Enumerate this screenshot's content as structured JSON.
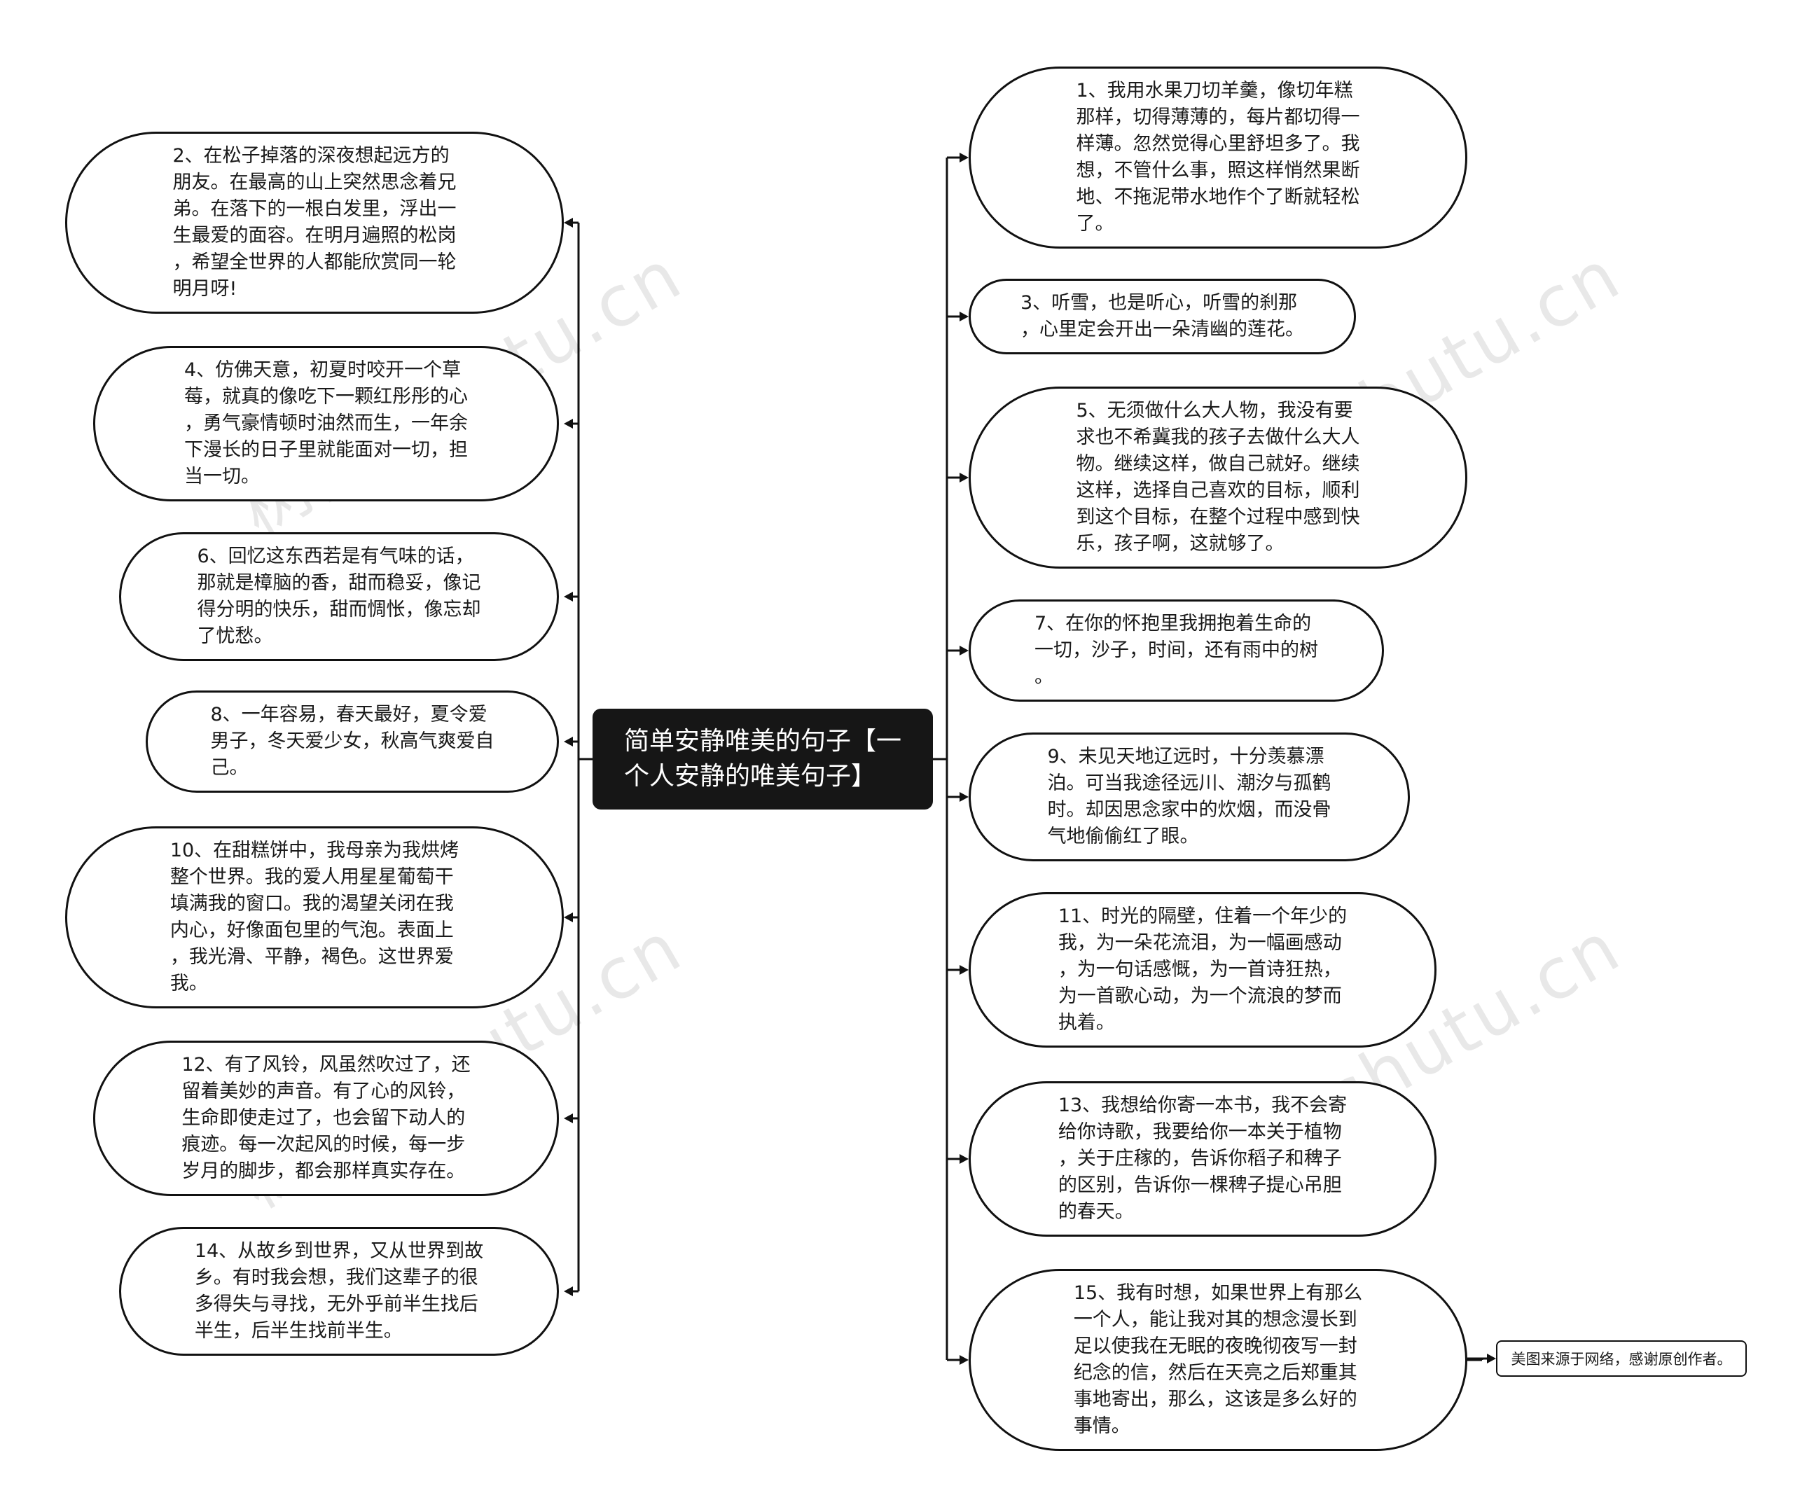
{
  "center": {
    "title": "简单安静唯美的句子【一\n个人安静的唯美句子】"
  },
  "items": {
    "n1": "1、我用水果刀切羊羹，像切年糕\n那样，切得薄薄的，每片都切得一\n样薄。忽然觉得心里舒坦多了。我\n想，不管什么事，照这样悄然果断\n地、不拖泥带水地作个了断就轻松\n了。",
    "n2": "2、在松子掉落的深夜想起远方的\n朋友。在最高的山上突然思念着兄\n弟。在落下的一根白发里，浮出一\n生最爱的面容。在明月遍照的松岗\n，希望全世界的人都能欣赏同一轮\n明月呀!",
    "n3": "3、听雪，也是听心，听雪的刹那\n，心里定会开出一朵清幽的莲花。",
    "n4": "4、仿佛天意，初夏时咬开一个草\n莓，就真的像吃下一颗红彤彤的心\n，勇气豪情顿时油然而生，一年余\n下漫长的日子里就能面对一切，担\n当一切。",
    "n5": "5、无须做什么大人物，我没有要\n求也不希冀我的孩子去做什么大人\n物。继续这样，做自己就好。继续\n这样，选择自己喜欢的目标，顺利\n到这个目标，在整个过程中感到快\n乐，孩子啊，这就够了。",
    "n6": "6、回忆这东西若是有气味的话，\n那就是樟脑的香，甜而稳妥，像记\n得分明的快乐，甜而惆怅，像忘却\n了忧愁。",
    "n7": "7、在你的怀抱里我拥抱着生命的\n一切，沙子，时间，还有雨中的树\n。",
    "n8": "8、一年容易，春天最好，夏令爱\n男子，冬天爱少女，秋高气爽爱自\n己。",
    "n9": "9、未见天地辽远时，十分羡慕漂\n泊。可当我途径远川、潮汐与孤鹤\n时。却因思念家中的炊烟，而没骨\n气地偷偷红了眼。",
    "n10": "10、在甜糕饼中，我母亲为我烘烤\n整个世界。我的爱人用星星葡萄干\n填满我的窗口。我的渴望关闭在我\n内心，好像面包里的气泡。表面上\n，我光滑、平静，褐色。这世界爱\n我。",
    "n11": "11、时光的隔壁，住着一个年少的\n我，为一朵花流泪，为一幅画感动\n，为一句话感慨，为一首诗狂热，\n为一首歌心动，为一个流浪的梦而\n执着。",
    "n12": "12、有了风铃，风虽然吹过了，还\n留着美妙的声音。有了心的风铃，\n生命即使走过了，也会留下动人的\n痕迹。每一次起风的时候，每一步\n岁月的脚步，都会那样真实存在。",
    "n13": "13、我想给你寄一本书，我不会寄\n给你诗歌，我要给你一本关于植物\n，关于庄稼的，告诉你稻子和稗子\n的区别，告诉你一棵稗子提心吊胆\n的春天。",
    "n14": "14、从故乡到世界，又从世界到故\n乡。有时我会想，我们这辈子的很\n多得失与寻找，无外乎前半生找后\n半生，后半生找前半生。",
    "n15": "15、我有时想，如果世界上有那么\n一个人，能让我对其的想念漫长到\n足以使我在无眠的夜晚彻夜写一封\n纪念的信，然后在天亮之后郑重其\n事地寄出，那么，这该是多么好的\n事情。"
  },
  "note": "美图来源于网络，感谢原创作者。",
  "watermark": "树图 shutu.cn",
  "colors": {
    "line": "#111111",
    "center_bg": "#161616",
    "center_text": "#ffffff"
  }
}
